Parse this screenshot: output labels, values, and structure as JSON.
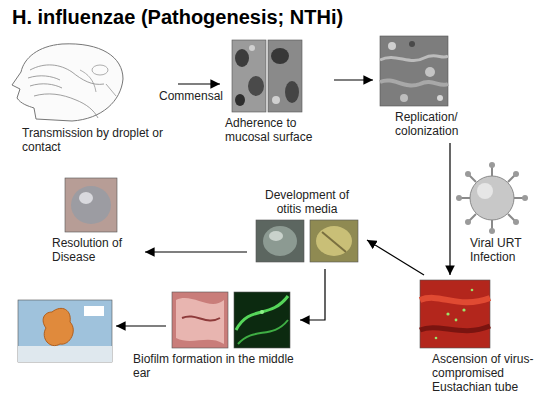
{
  "diagram": {
    "title": "H. influenzae (Pathogenesis; NTHi)",
    "nodes": [
      {
        "text": [
          "Transmission by droplet or contact"
        ]
      },
      {
        "text": [
          "Adherence to mucosal surface"
        ]
      },
      {
        "text": [
          "Replication/ colonization"
        ]
      },
      {
        "text": [
          "Ascension of virus-compromised Eustachian tube"
        ]
      },
      {
        "text": [
          "Development of otitis media"
        ]
      },
      {
        "text": [
          "Resolution of Disease"
        ]
      },
      {
        "text": [
          "Biofilm formation in the middle ear"
        ]
      }
    ],
    "edges": [
      {
        "from": 0,
        "to": 1,
        "arrow": "to",
        "label": "Commensal"
      },
      {
        "from": 1,
        "to": 2,
        "arrow": "to"
      },
      {
        "from": 2,
        "to": 3,
        "arrow": "to",
        "label": "Viral URT Infection"
      },
      {
        "from": 3,
        "to": 4,
        "arrow": "to"
      },
      {
        "from": 4,
        "to": 5,
        "arrow": "to"
      },
      {
        "from": 4,
        "to": 6,
        "arrow": "to"
      }
    ]
  }
}
